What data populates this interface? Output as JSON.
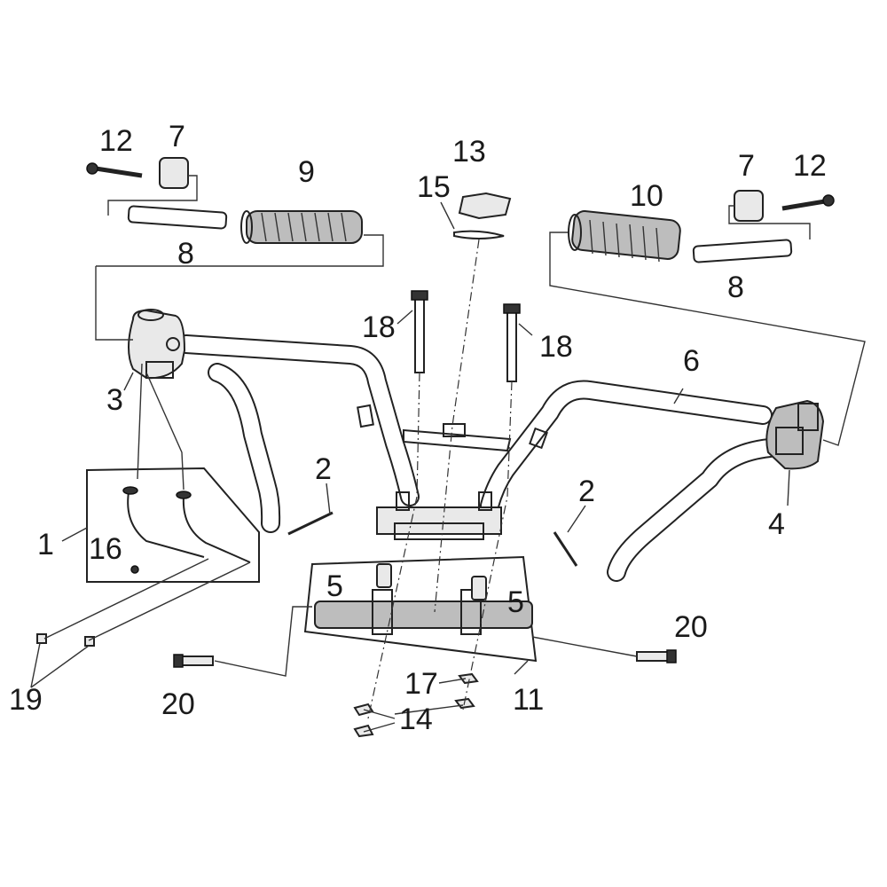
{
  "diagram": {
    "labels": {
      "l1": "1",
      "l2a": "2",
      "l2b": "2",
      "l3": "3",
      "l4": "4",
      "l5a": "5",
      "l5b": "5",
      "l6": "6",
      "l7a": "7",
      "l7b": "7",
      "l8a": "8",
      "l8b": "8",
      "l9": "9",
      "l10": "10",
      "l11": "11",
      "l12a": "12",
      "l12b": "12",
      "l13": "13",
      "l14": "14",
      "l15": "15",
      "l16": "16",
      "l17": "17",
      "l18a": "18",
      "l18b": "18",
      "l19": "19",
      "l20a": "20",
      "l20b": "20"
    },
    "colors": {
      "line": "#222222",
      "background": "#ffffff"
    }
  }
}
